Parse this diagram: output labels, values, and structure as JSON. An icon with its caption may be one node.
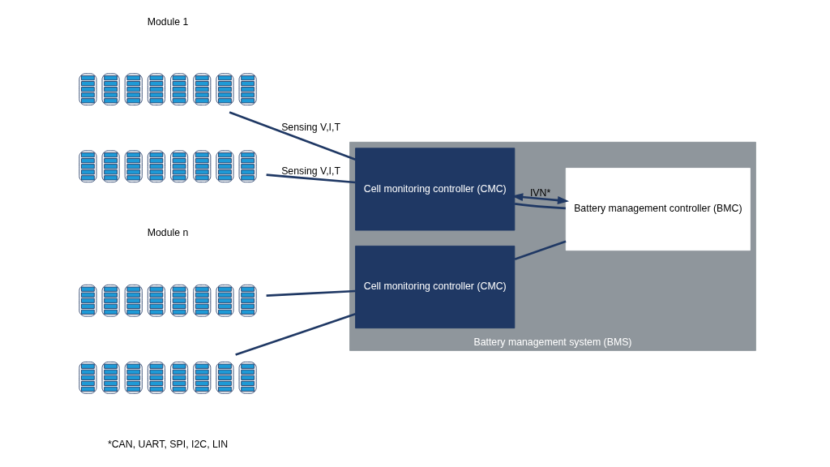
{
  "diagram": {
    "nodes": [
      {
        "text": [
          "Battery management system (BMS)"
        ]
      },
      {
        "text": [
          "Cell monitoring controller (CMC)"
        ],
        "in": 0
      },
      {
        "text": [
          "Cell monitoring controller (CMC)"
        ],
        "in": 0
      },
      {
        "text": [
          "Battery management controller (BMC)"
        ],
        "in": 0
      },
      {
        "text": [],
        "shape": "battery"
      },
      {
        "text": [],
        "shape": "battery"
      },
      {
        "text": [],
        "shape": "battery"
      },
      {
        "text": [],
        "shape": "battery"
      }
    ],
    "edges": [
      {
        "from": 4,
        "to": 1,
        "arrow": "none",
        "label": "Sensing V,I,T"
      },
      {
        "from": 5,
        "to": 1,
        "arrow": "none",
        "label": "Sensing V,I,T"
      },
      {
        "from": 6,
        "to": 2,
        "arrow": "none"
      },
      {
        "from": 7,
        "to": 2,
        "arrow": "none"
      },
      {
        "from": 1,
        "to": 3,
        "arrow": "none"
      },
      {
        "from": 1,
        "to": 3,
        "arrow": "both",
        "label": "IVN*"
      },
      {
        "from": 2,
        "to": 3,
        "arrow": "none"
      }
    ],
    "labels": [
      "Module 1",
      "Module n",
      "*CAN, UART, SPI, I2C, LIN"
    ]
  }
}
